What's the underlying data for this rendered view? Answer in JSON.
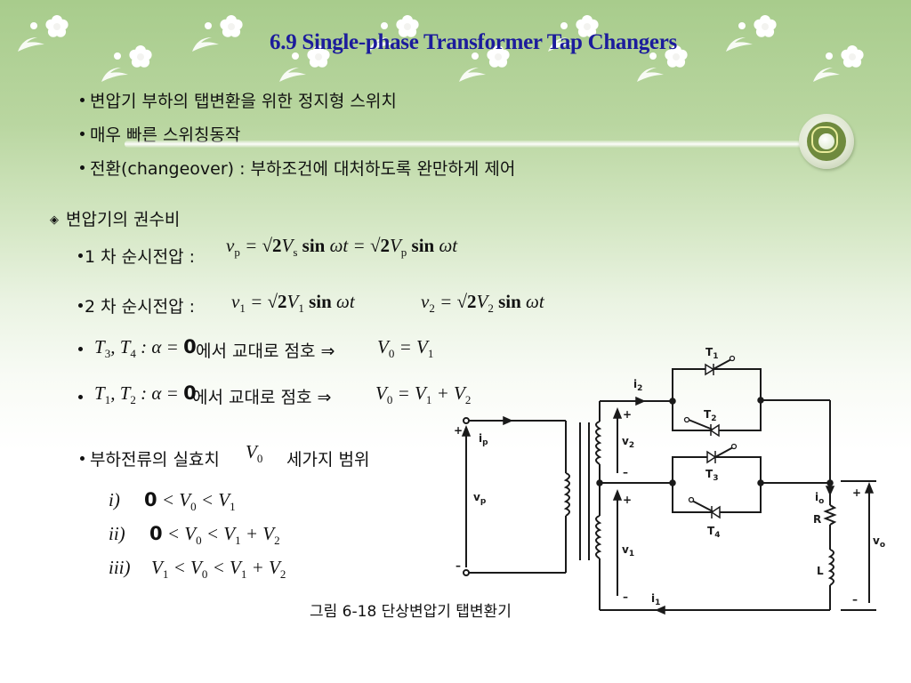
{
  "slide": {
    "title": "6.9 Single-phase Transformer Tap Changers",
    "bullets": [
      "변압기 부하의 탭변환을 위한 정지형 스위치",
      "매우 빠른 스위칭동작",
      "전환(changeover) : 부하조건에 대처하도록 완만하게 제어"
    ],
    "section": {
      "marker": "◈",
      "heading": "변압기의 권수비"
    },
    "primary_voltage": {
      "label": "1 차 순시전압 :",
      "formula": "vp = √2 Vs sin ωt = √2 Vp sin ωt"
    },
    "secondary_voltage": {
      "label": "2 차 순시전압 :",
      "formula_1": "v1 = √2 V1 sin ωt",
      "formula_2": "v2 = √2 V2 sin ωt"
    },
    "firing": [
      {
        "thyristors": "T3, T4 : α = 0",
        "text": "에서 교대로 점호 ⇒",
        "result": "V0 = V1"
      },
      {
        "thyristors": "T1, T2 : α = 0",
        "text": "에서 교대로 점호 ⇒",
        "result": "V0 = V1 + V2"
      }
    ],
    "rms_range": {
      "text_before": "부하전류의 실효치",
      "symbol": "V0",
      "text_after": "세가지 범위"
    },
    "ranges": [
      {
        "label": "i)",
        "expr": "0 < V0 < V1"
      },
      {
        "label": "ii)",
        "expr": "0 < V0 < V1 + V2"
      },
      {
        "label": "iii)",
        "expr": "V1 < V0 < V1 + V2"
      }
    ],
    "figure_caption": "그림 6-18 단상변압기 탭변환기"
  },
  "circuit": {
    "labels": {
      "ip": "ip",
      "vp": "vp",
      "i2": "i2",
      "v2": "v2",
      "v1": "v1",
      "i1": "i1",
      "io": "io",
      "vo": "vo",
      "R": "R",
      "L": "L",
      "T1": "T1",
      "T2": "T2",
      "T3": "T3",
      "T4": "T4",
      "plus": "+",
      "minus": "–"
    },
    "line_color": "#1a1a1a"
  },
  "colors": {
    "title": "#1c1c9c",
    "background_top": "#a8cc8c",
    "background_bottom": "#ffffff"
  }
}
